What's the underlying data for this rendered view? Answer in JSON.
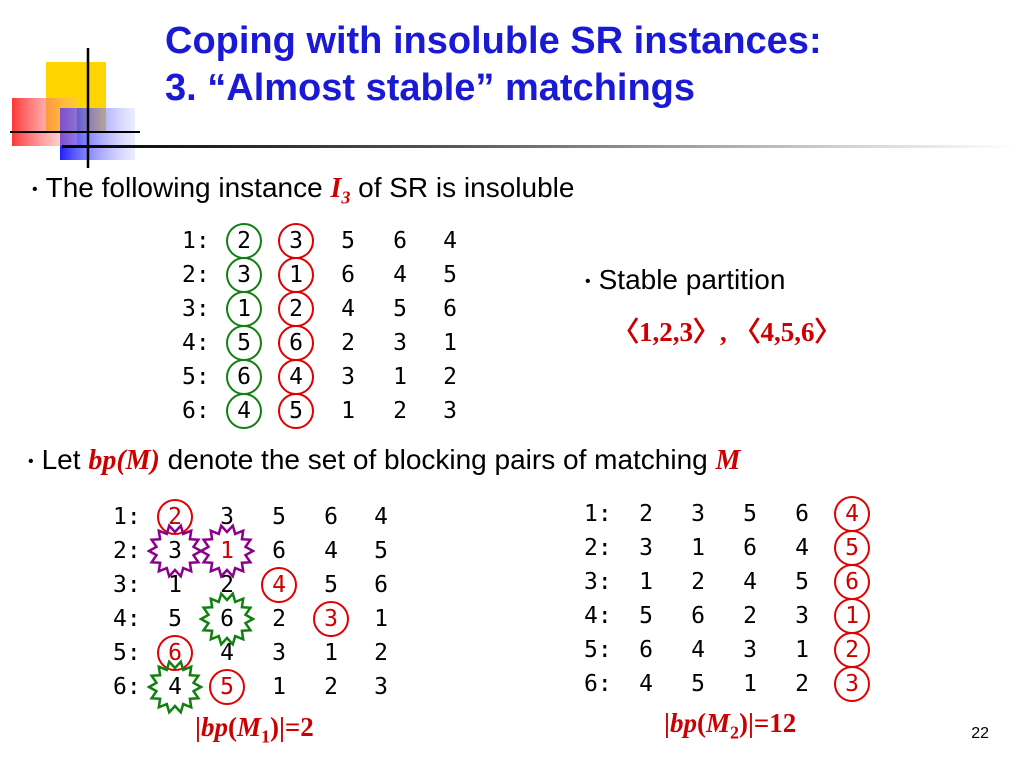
{
  "slide": {
    "title_line1": "Coping with insoluble SR instances:",
    "title_line2": "3. “Almost stable” matchings",
    "page_number": "22"
  },
  "bullet1": {
    "prefix": "The following instance ",
    "instance": "I",
    "instance_sub": "3",
    "suffix": " of SR is insoluble"
  },
  "bullet2": {
    "prefix": "Stable partition",
    "partition": "〈1,2,3〉, 〈4,5,6〉"
  },
  "bullet3": {
    "prefix": "Let ",
    "bp": "bp(M)",
    "middle": " denote the set of blocking pairs of matching ",
    "m": "M"
  },
  "instance_table": [
    [
      "1:",
      "2",
      "3",
      "5",
      "6",
      "4"
    ],
    [
      "2:",
      "3",
      "1",
      "6",
      "4",
      "5"
    ],
    [
      "3:",
      "1",
      "2",
      "4",
      "5",
      "6"
    ],
    [
      "4:",
      "5",
      "6",
      "2",
      "3",
      "1"
    ],
    [
      "5:",
      "6",
      "4",
      "3",
      "1",
      "2"
    ],
    [
      "6:",
      "4",
      "5",
      "1",
      "2",
      "3"
    ]
  ],
  "matching1_table": [
    [
      "1:",
      "2",
      "3",
      "5",
      "6",
      "4"
    ],
    [
      "2:",
      "3",
      "1",
      "6",
      "4",
      "5"
    ],
    [
      "3:",
      "1",
      "2",
      "4",
      "5",
      "6"
    ],
    [
      "4:",
      "5",
      "6",
      "2",
      "3",
      "1"
    ],
    [
      "5:",
      "6",
      "4",
      "3",
      "1",
      "2"
    ],
    [
      "6:",
      "4",
      "5",
      "1",
      "2",
      "3"
    ]
  ],
  "matching2_table": [
    [
      "1:",
      "2",
      "3",
      "5",
      "6",
      "4"
    ],
    [
      "2:",
      "3",
      "1",
      "6",
      "4",
      "5"
    ],
    [
      "3:",
      "1",
      "2",
      "4",
      "5",
      "6"
    ],
    [
      "4:",
      "5",
      "6",
      "2",
      "3",
      "1"
    ],
    [
      "5:",
      "6",
      "4",
      "3",
      "1",
      "2"
    ],
    [
      "6:",
      "4",
      "5",
      "1",
      "2",
      "3"
    ]
  ],
  "caption1": {
    "bars_open": "|",
    "bp": "bp",
    "M": "M",
    "sub": "1",
    "rest": ")|=2",
    "open": "("
  },
  "caption2": {
    "bars_open": "|",
    "bp": "bp",
    "M": "M",
    "sub": "2",
    "rest": ")|=12",
    "open": "("
  },
  "colors": {
    "title": "#1a1ad4",
    "highlight_red": "#cc0000",
    "ring_green": "#108010",
    "star_purple": "#8a008a"
  }
}
